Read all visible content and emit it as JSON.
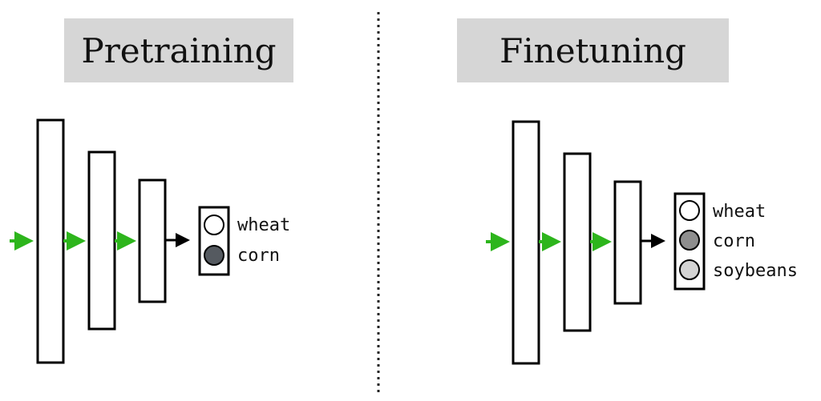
{
  "pretraining": {
    "title": "Pretraining",
    "classes": [
      {
        "label": "wheat",
        "fill": "#ffffff"
      },
      {
        "label": "corn",
        "fill": "#555a60"
      }
    ]
  },
  "finetuning": {
    "title": "Finetuning",
    "classes": [
      {
        "label": "wheat",
        "fill": "#ffffff"
      },
      {
        "label": "corn",
        "fill": "#8e8e8e"
      },
      {
        "label": "soybeans",
        "fill": "#d4d4d4"
      }
    ]
  },
  "colors": {
    "input_arrow": "#2db51c",
    "output_arrow": "#000000",
    "title_bg": "#d6d6d6",
    "divider": "#222222"
  }
}
